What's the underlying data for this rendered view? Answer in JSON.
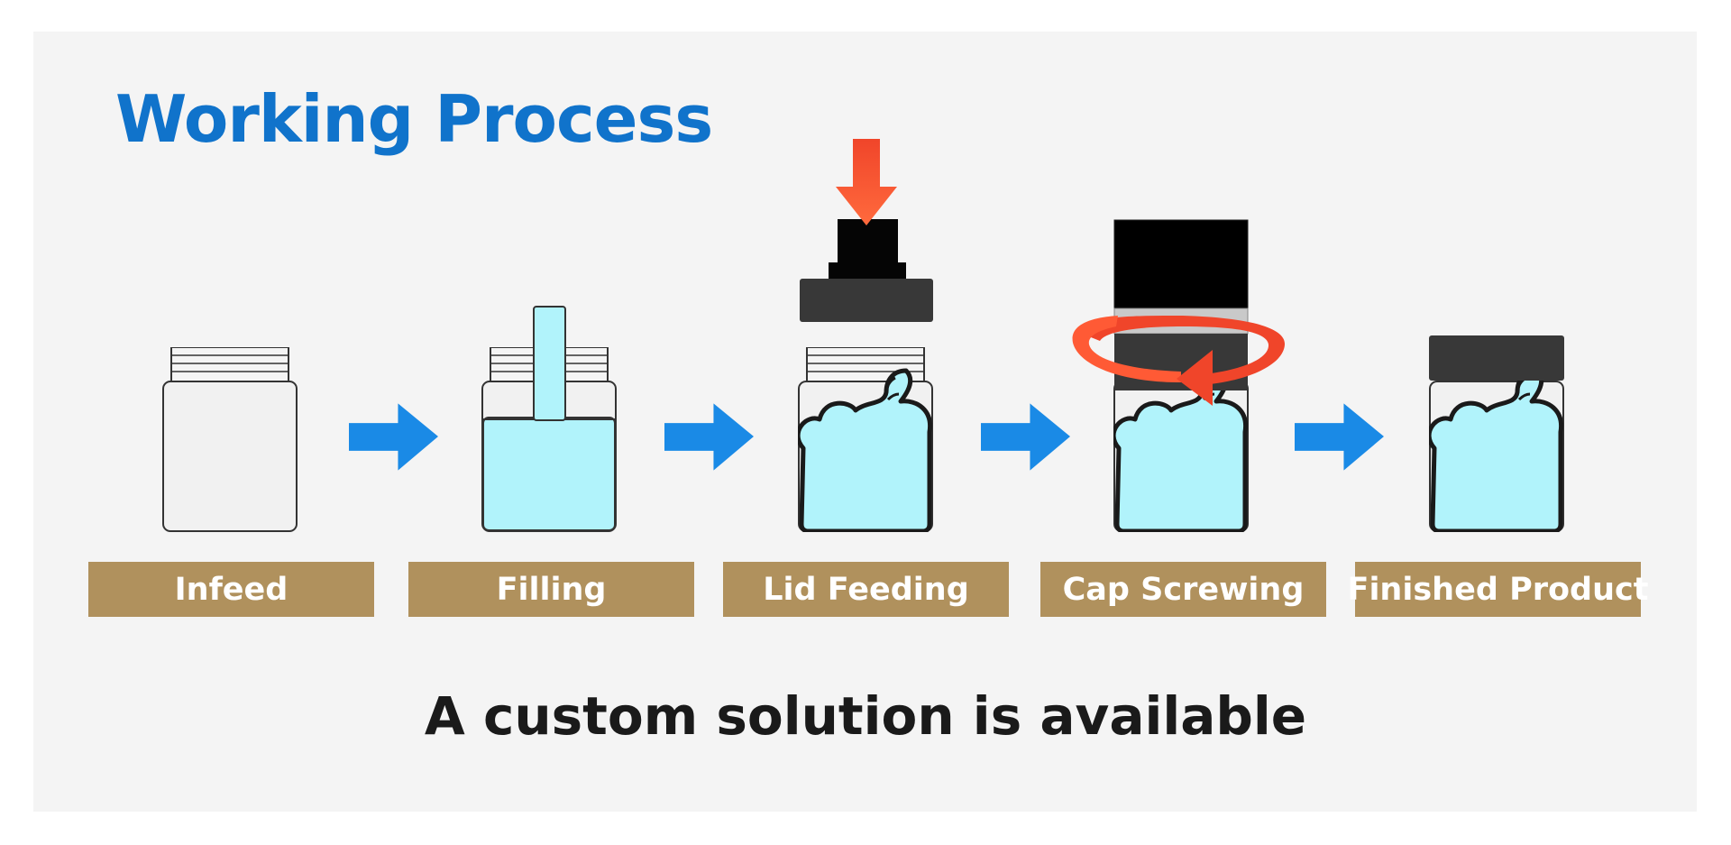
{
  "header": {
    "title": "Working Process"
  },
  "steps": [
    {
      "label": "Infeed"
    },
    {
      "label": "Filling"
    },
    {
      "label": "Lid Feeding"
    },
    {
      "label": "Cap Screwing"
    },
    {
      "label": "Finished Product"
    }
  ],
  "footer": {
    "text": "A custom solution is available"
  },
  "colors": {
    "title": "#1073cb",
    "label_bg": "#b0915d",
    "arrow": "#1a8ae6",
    "liquid": "#b1f3fb",
    "press_arrow": "#f0452a"
  }
}
